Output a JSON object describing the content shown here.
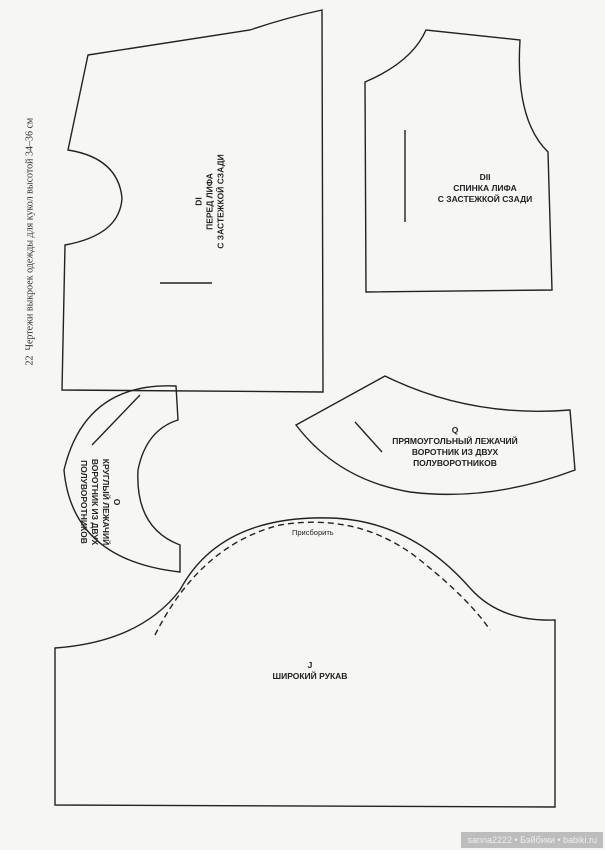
{
  "header": {
    "page_number": "22",
    "title": "Чертежи выкроек одежды для кукол высотой 34–36 см"
  },
  "pieces": {
    "front_bodice": {
      "code": "DI",
      "line1": "ПЕРЕД ЛИФА",
      "line2": "С ЗАСТЕЖКОЙ СЗАДИ"
    },
    "back_bodice": {
      "code": "DII",
      "line1": "СПИНКА ЛИФА",
      "line2": "С ЗАСТЕЖКОЙ СЗАДИ"
    },
    "rect_collar": {
      "code": "Q",
      "line1": "ПРЯМОУГОЛЬНЫЙ ЛЕЖАЧИЙ",
      "line2": "ВОРОТНИК ИЗ ДВУХ",
      "line3": "ПОЛУВОРОТНИКОВ"
    },
    "round_collar": {
      "code": "O",
      "line1": "КРУГЛЫЙ ЛЕЖАЧИЙ",
      "line2": "ВОРОТНИК ИЗ ДВУХ",
      "line3": "ПОЛУВОРОТНИКОВ"
    },
    "sleeve": {
      "code": "J",
      "line1": "ШИРОКИЙ РУКАВ",
      "gather_note": "Присборить"
    }
  },
  "watermark": "sanna2222 • Бэйбики • babiki.ru"
}
